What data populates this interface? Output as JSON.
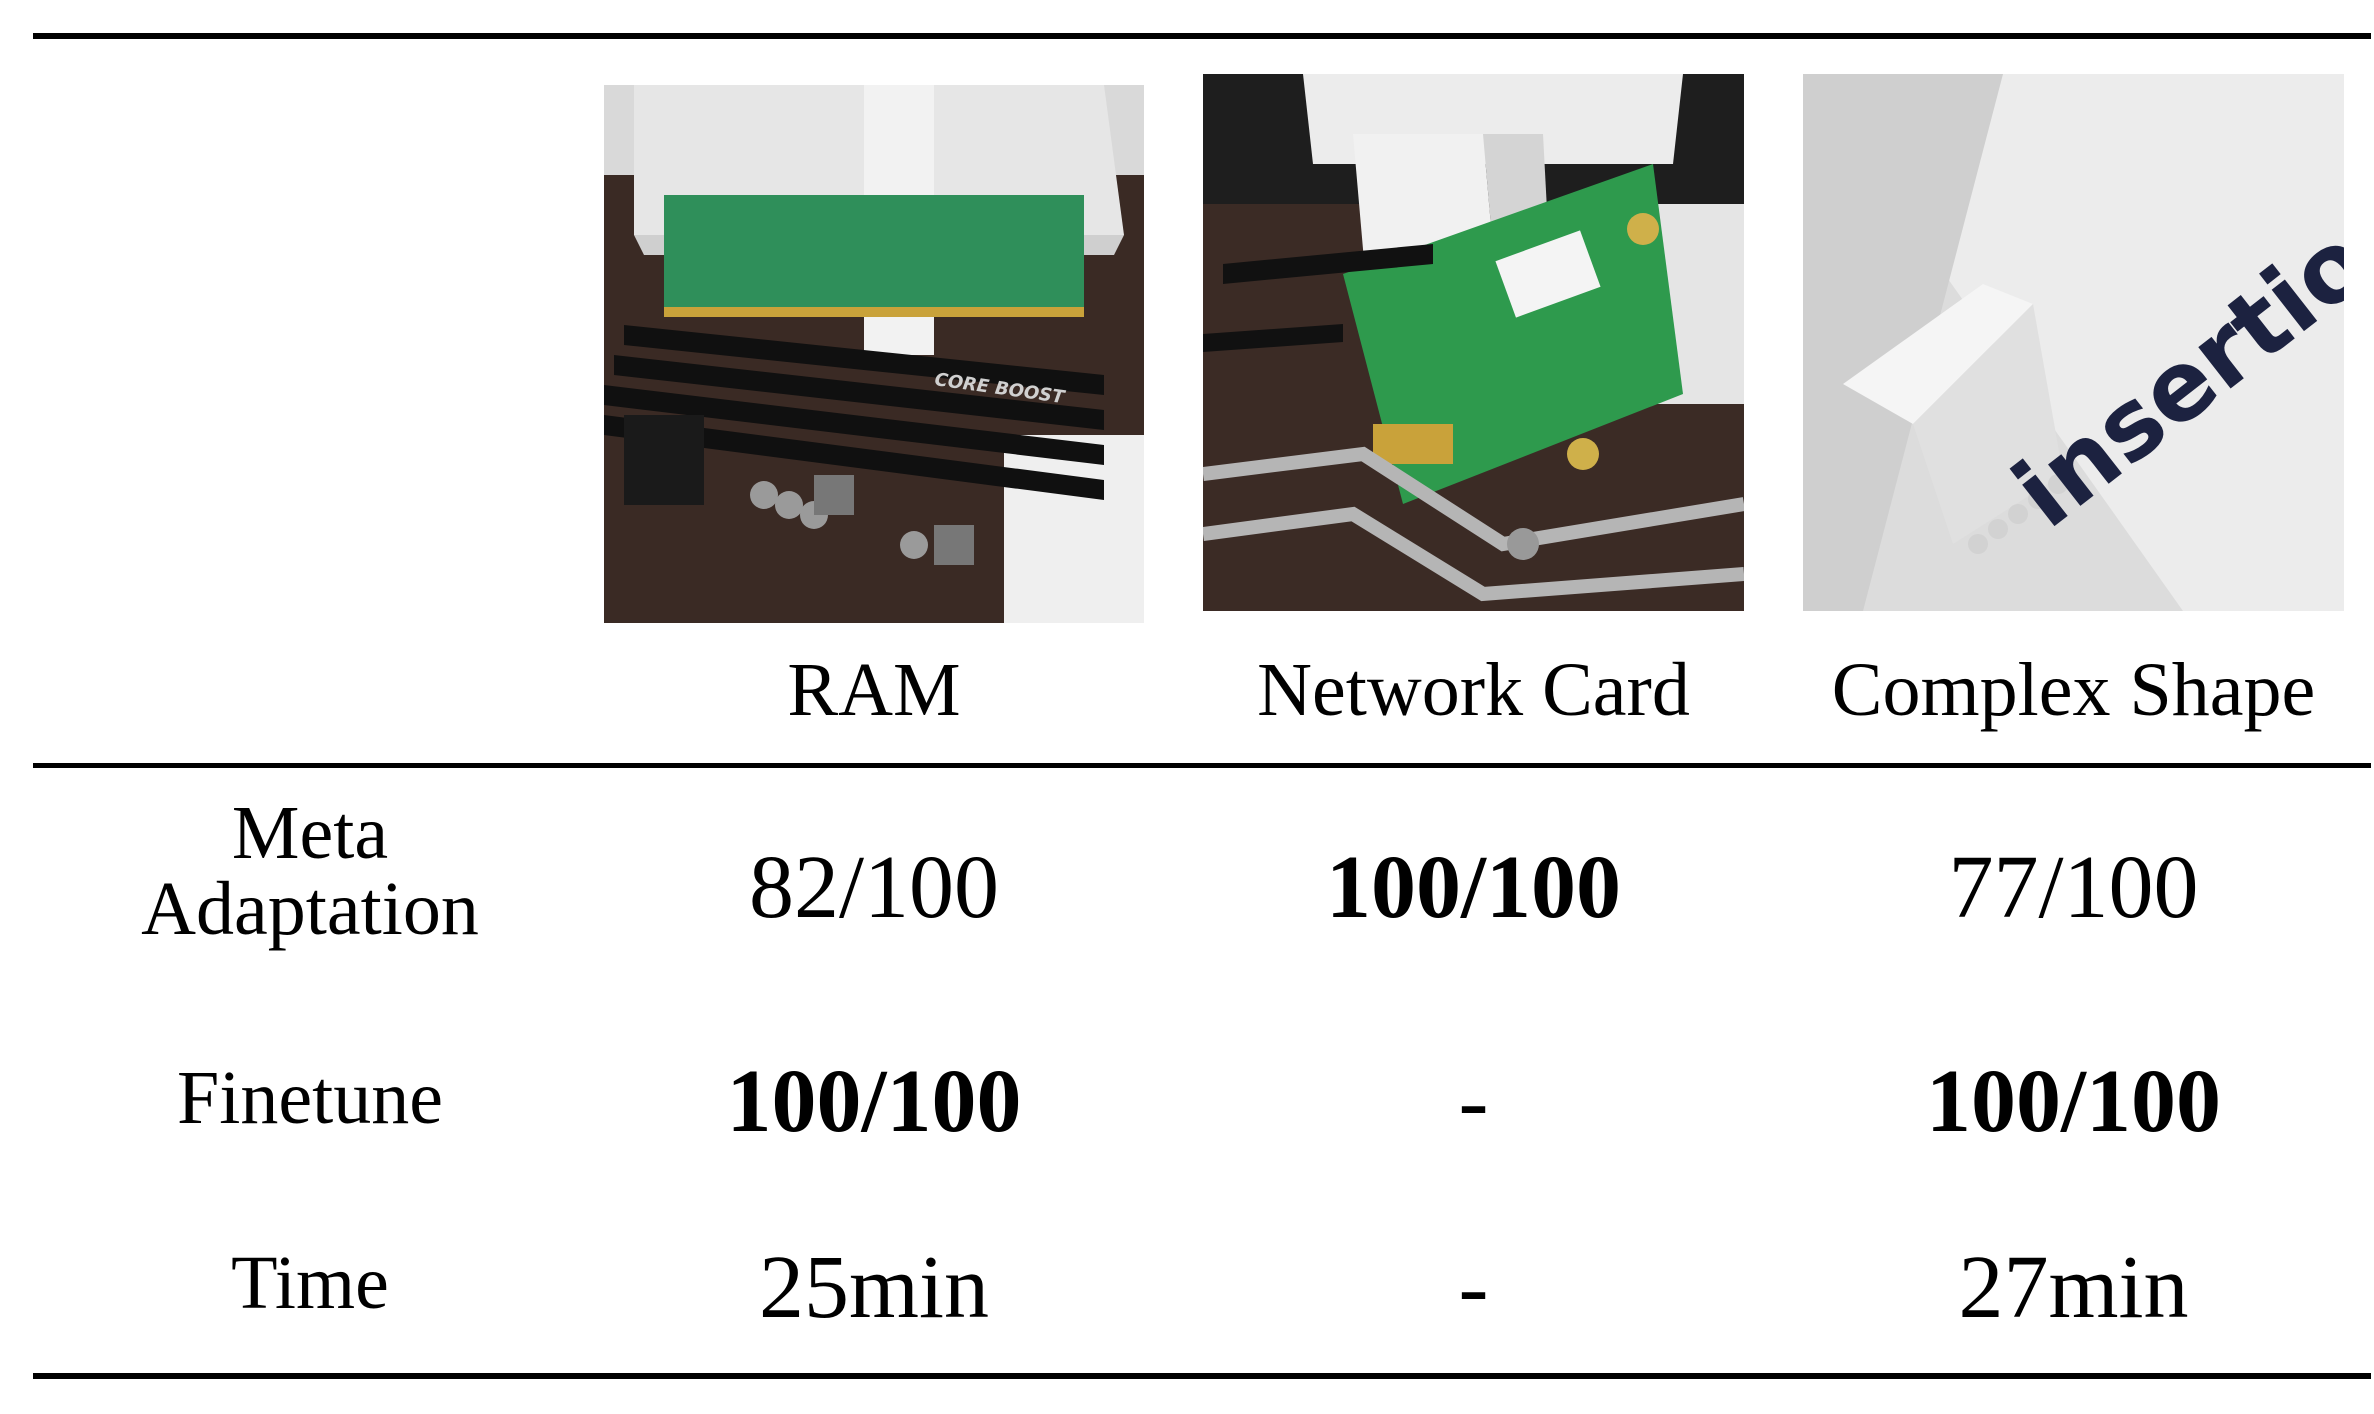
{
  "columns": [
    {
      "label": "RAM",
      "image": "ram-photo"
    },
    {
      "label": "Network Card",
      "image": "network-card-photo"
    },
    {
      "label": "Complex Shape",
      "image": "complex-shape-photo",
      "engraved_text": "insertion"
    }
  ],
  "rows": [
    {
      "label_line1": "Meta",
      "label_line2": "Adaptation",
      "values": [
        "82/100",
        "100/100",
        "77/100"
      ],
      "bold": [
        false,
        true,
        false
      ]
    },
    {
      "label": "Finetune",
      "values": [
        "100/100",
        "-",
        "100/100"
      ],
      "bold": [
        true,
        false,
        true
      ]
    },
    {
      "label": "Time",
      "values": [
        "25min",
        "-",
        "27min"
      ],
      "bold": [
        false,
        false,
        false
      ]
    }
  ],
  "photo_labels": {
    "ram_board_text": "CORE BOOST"
  }
}
